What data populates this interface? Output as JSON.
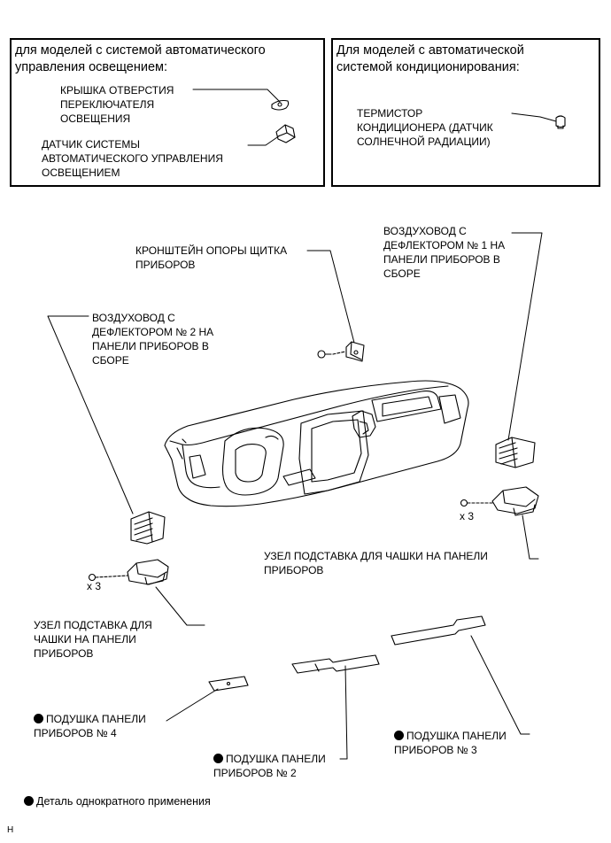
{
  "left_box": {
    "header": "для моделей с системой автоматического\nуправления освещением:",
    "switch_hole_cover": "КРЫШКА ОТВЕРСТИЯ\nПЕРЕКЛЮЧАТЕЛЯ\nОСВЕЩЕНИЯ",
    "light_sensor": "ДАТЧИК СИСТЕМЫ\nАВТОМАТИЧЕСКОГО УПРАВЛЕНИЯ\nОСВЕЩЕНИЕМ"
  },
  "right_box": {
    "header": "Для моделей с автоматической\nсистемой кондиционирования:",
    "thermistor": "ТЕРМИСТОР\nКОНДИЦИОНЕРА (ДАТЧИК\nСОЛНЕЧНОЙ РАДИАЦИИ)"
  },
  "labels": {
    "bracket": "КРОНШТЕЙН ОПОРЫ ЩИТКА\nПРИБОРОВ",
    "duct_no1": "ВОЗДУХОВОД С\nДЕФЛЕКТОРОМ № 1 НА\nПАНЕЛИ ПРИБОРОВ В\nСБОРЕ",
    "duct_no2": "ВОЗДУХОВОД С\nДЕФЛЕКТОРОМ № 2 НА\nПАНЕЛИ ПРИБОРОВ В\nСБОРЕ",
    "cup_holder_right": "УЗЕЛ ПОДСТАВКА ДЛЯ ЧАШКИ НА ПАНЕЛИ\nПРИБОРОВ",
    "cup_holder_left": "УЗЕЛ ПОДСТАВКА ДЛЯ\nЧАШКИ НА ПАНЕЛИ\nПРИБОРОВ",
    "cushion_no4": "ПОДУШКА ПАНЕЛИ\nПРИБОРОВ № 4",
    "cushion_no2": "ПОДУШКА ПАНЕЛИ\nПРИБОРОВ № 2",
    "cushion_no3": "ПОДУШКА ПАНЕЛИ\nПРИБОРОВ № 3",
    "qty_right": "x 3",
    "qty_left": "x 3"
  },
  "legend": {
    "text": "Деталь однократного применения"
  },
  "corner_mark": "H"
}
